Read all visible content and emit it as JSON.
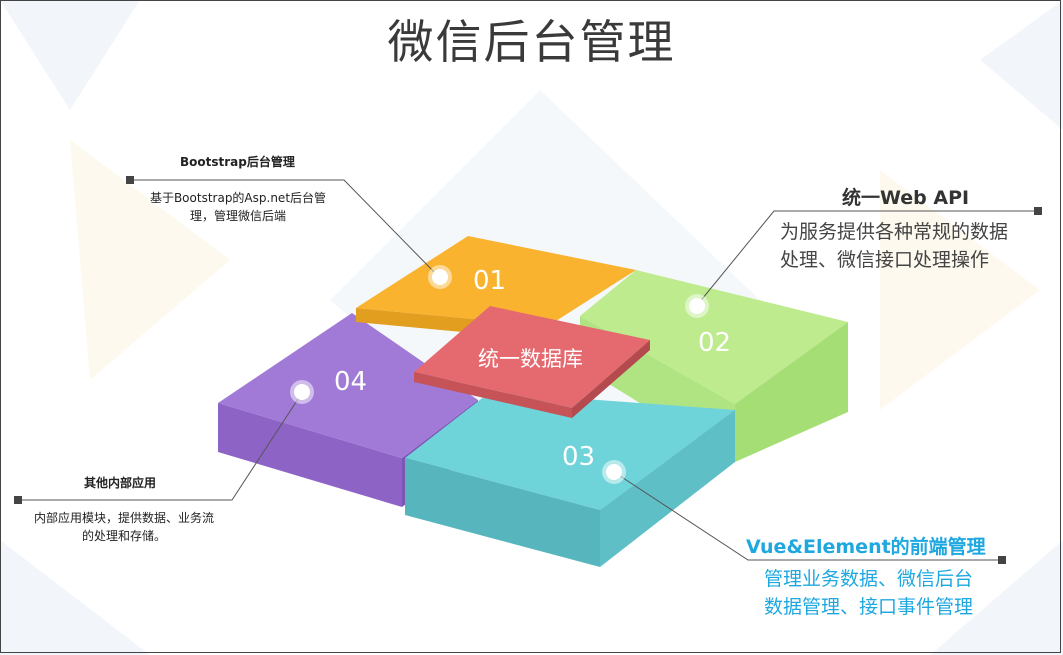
{
  "title": "微信后台管理",
  "colors": {
    "orange": "#F9B32F",
    "green": "#BDEB8E",
    "cyan": "#6FD3DA",
    "purple": "#A07AD6",
    "red": "#E56A6F",
    "blue_text": "#1FA8E0",
    "line": "#555555"
  },
  "center": {
    "label": "统一数据库"
  },
  "tiles": [
    {
      "num": "01"
    },
    {
      "num": "02"
    },
    {
      "num": "03"
    },
    {
      "num": "04"
    }
  ],
  "annotations": {
    "bootstrap": {
      "title": "Bootstrap后台管理",
      "lines": [
        "基于Bootstrap的Asp.net后台管",
        "理，管理微信后端"
      ]
    },
    "webapi": {
      "title": "统一Web API",
      "lines": [
        "为服务提供各种常规的数据",
        "处理、微信接口处理操作"
      ]
    },
    "vue": {
      "title": "Vue&Element的前端管理",
      "lines": [
        "管理业务数据、微信后台",
        "数据管理、接口事件管理"
      ]
    },
    "internal": {
      "title": "其他内部应用",
      "lines": [
        "内部应用模块，提供数据、业务流",
        "的处理和存储。"
      ]
    }
  }
}
